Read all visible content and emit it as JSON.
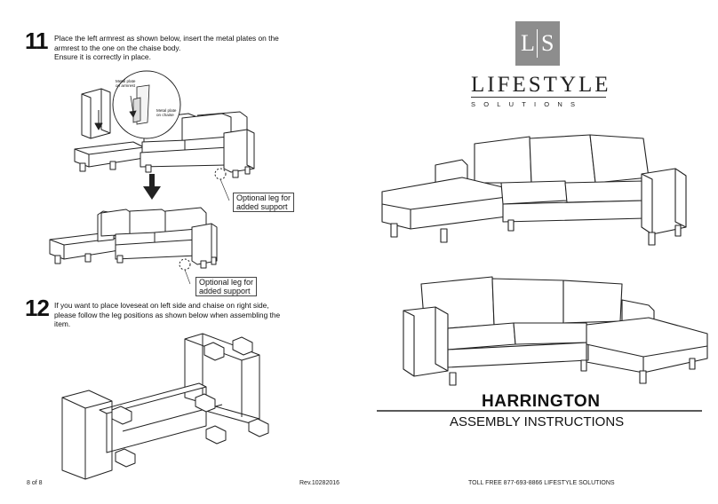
{
  "brand": {
    "monogram_left": "L",
    "monogram_right": "S",
    "name": "LIFESTYLE",
    "tagline": "SOLUTIONS",
    "color": "#8d8d8d"
  },
  "product": {
    "title": "HARRINGTON",
    "subtitle": "ASSEMBLY INSTRUCTIONS"
  },
  "step11": {
    "number": "11",
    "line1": "Place the left armrest as shown below, insert the metal plates on the",
    "line2": "armrest to the one on the chaise body.",
    "line3": "Ensure it is correctly in place.",
    "callout_armrest_1": "Metal plate",
    "callout_armrest_2": "on armrest",
    "callout_chaise_1": "Metal plate",
    "callout_chaise_2": "on chaise",
    "leg_note_1a": "Optional leg for",
    "leg_note_1b": "added support",
    "leg_note_2a": "Optional leg for",
    "leg_note_2b": "added support"
  },
  "step12": {
    "number": "12",
    "line1": "If you want to place loveseat on left side and chaise on right side,",
    "line2": "please follow the leg positions as shown below when assembling the",
    "line3": "item."
  },
  "footer": {
    "page": "8 of 8",
    "revision": "Rev.10282016",
    "contact": "TOLL FREE 877-693-8866 LIFESTYLE SOLUTIONS"
  }
}
